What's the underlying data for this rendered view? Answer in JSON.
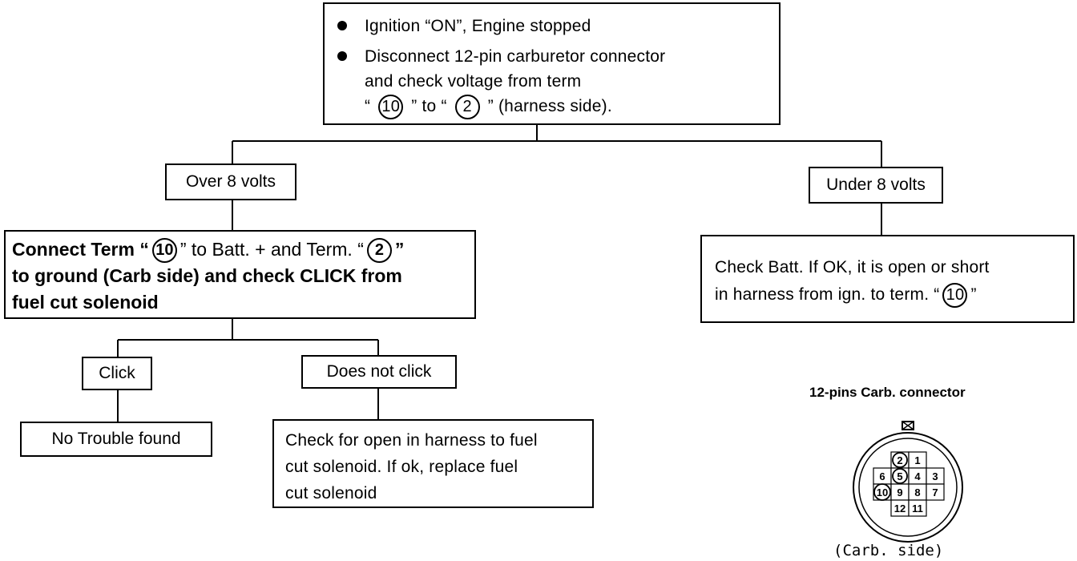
{
  "start": {
    "bullet1": "Ignition “ON”, Engine stopped",
    "bullet2_line1": "Disconnect 12-pin carburetor connector",
    "bullet2_line2": "and check voltage from term",
    "line3_pre": "“",
    "line3_term_a": "10",
    "line3_mid": "” to “",
    "line3_term_b": "2",
    "line3_post": "” (harness side)."
  },
  "over": {
    "label": "Over 8 volts",
    "check_line1_pre": "Connect Term “",
    "check_line1_term_a": "10",
    "check_line1_mid": "” to Batt. +  and Term. “",
    "check_line1_term_b": "2",
    "check_line1_post": "”",
    "check_line2": "to ground (Carb side) and check CLICK from",
    "check_line3": "fuel cut solenoid"
  },
  "under": {
    "label": "Under 8 volts",
    "line1": "Check Batt. If OK, it is open or short",
    "line2_pre": "in harness from ign. to term. “",
    "line2_term": "10",
    "line2_post": "”"
  },
  "click": {
    "label": "Click",
    "result": "No Trouble found"
  },
  "noclick": {
    "label": "Does not click",
    "line1": "Check for open in harness to fuel",
    "line2": "cut solenoid. If ok, replace fuel",
    "line3": "cut solenoid"
  },
  "connector": {
    "title": "12-pins Carb. connector",
    "caption": "(Carb. side)",
    "pins": [
      "2",
      "1",
      "6",
      "5",
      "4",
      "3",
      "10",
      "9",
      "8",
      "7",
      "12",
      "11"
    ]
  }
}
